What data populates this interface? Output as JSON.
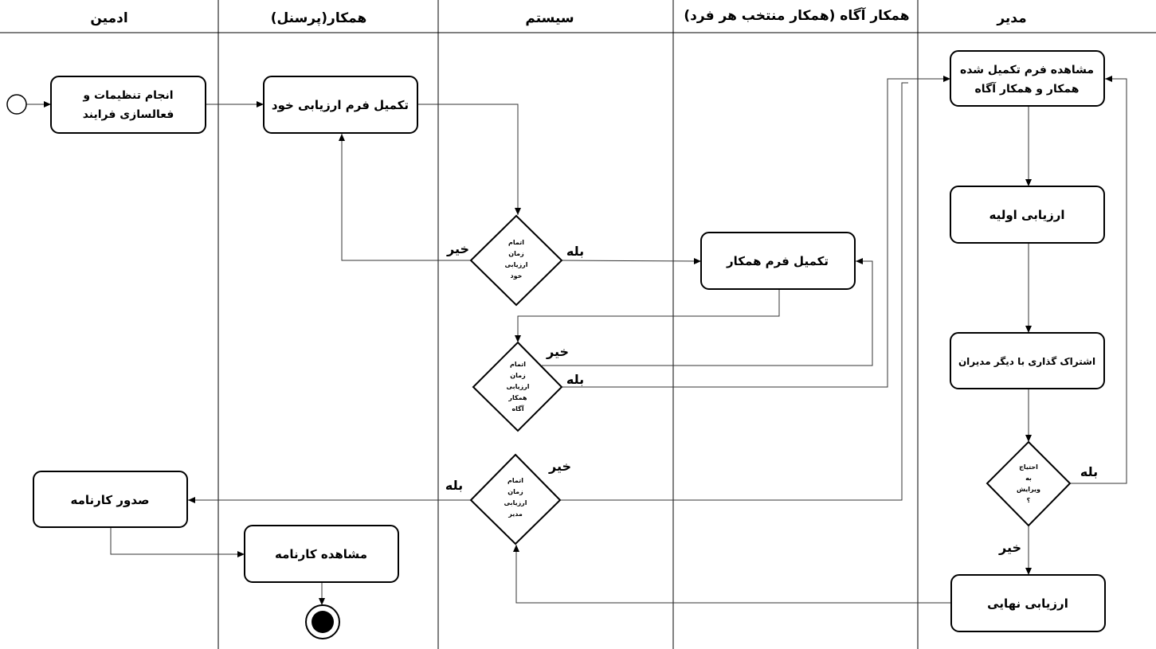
{
  "lanes": [
    "ادمین",
    "همکار(پرسنل)",
    "سیستم",
    "همکار آگاه (همکار منتخب هر فرد)",
    "مدیر"
  ],
  "nodes": {
    "setup": [
      "انجام تنظیمات و",
      "فعالسازی فرایند"
    ],
    "self_form": "تکمیل فرم ارزیابی خود",
    "colleague_form": "تکمیل فرم همکار",
    "view_forms": [
      "مشاهده فرم تکمیل شده",
      "همکار و همکار آگاه"
    ],
    "initial_eval": "ارزیابی اولیه",
    "share": "اشتراک گذاری با دیگر مدیران",
    "final_eval": "ارزیابی نهایی",
    "issue_report": "صدور کارنامه",
    "view_report": "مشاهده کارنامه"
  },
  "decisions": {
    "self_end": [
      "اتمام",
      "زمان",
      "ارزیابی",
      "خود"
    ],
    "expert_end": [
      "اتمام",
      "زمان",
      "ارزیابی",
      "همکار",
      "آگاه"
    ],
    "manager_end": [
      "اتمام",
      "زمان",
      "ارزیابی",
      "مدیر"
    ],
    "need_edit": [
      "احتیاج",
      "به",
      "ویرایش",
      "؟"
    ]
  },
  "labels": {
    "yes": "بله",
    "no": "خیر"
  }
}
